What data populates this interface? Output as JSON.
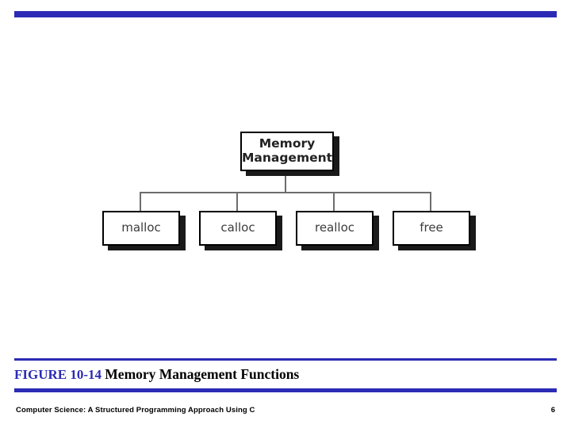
{
  "slide": {
    "figure_label": "FIGURE 10-14",
    "figure_title": "Memory Management Functions",
    "footer": "Computer Science: A Structured Programming Approach Using C",
    "page_number": "6",
    "accent_color": "#2b2bb5"
  },
  "diagram": {
    "type": "tree",
    "root": {
      "line1": "Memory",
      "line2": "Management"
    },
    "children": [
      {
        "label": "malloc"
      },
      {
        "label": "calloc"
      },
      {
        "label": "realloc"
      },
      {
        "label": "free"
      }
    ]
  }
}
